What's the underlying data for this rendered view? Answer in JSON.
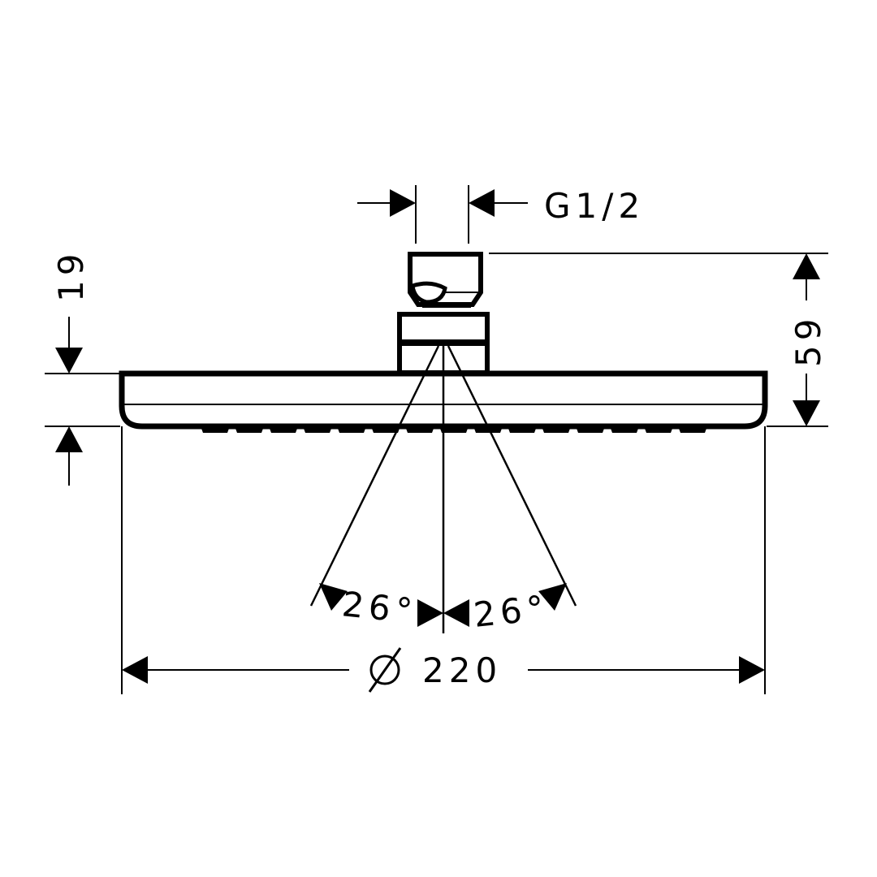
{
  "drawing": {
    "thread_label": "G1/2",
    "height_head_label": "19",
    "height_total_label": "59",
    "angle_left_label": "26°",
    "angle_right_label": "26°",
    "diameter_symbol": "⌀",
    "diameter_label": "220",
    "line_color": "#000000",
    "background": "#ffffff"
  }
}
